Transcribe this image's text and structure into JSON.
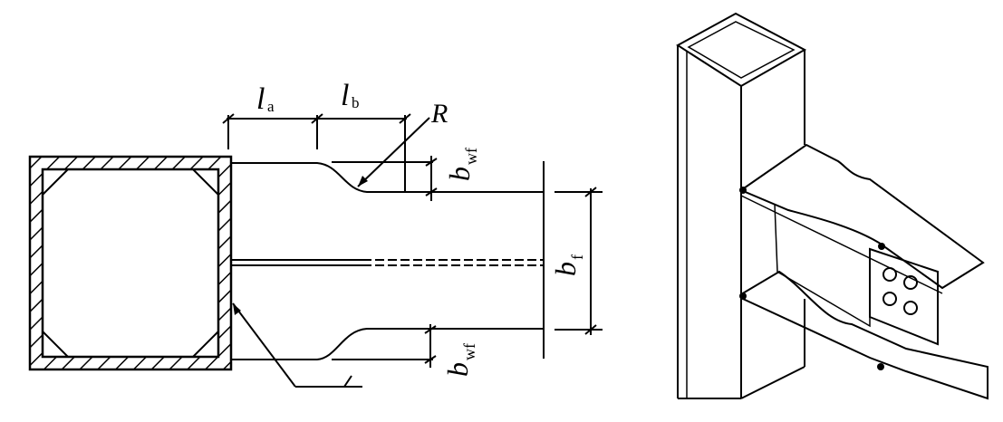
{
  "plan_view": {
    "labels": {
      "la": {
        "main": "l",
        "sub": "a"
      },
      "lb": {
        "main": "l",
        "sub": "b"
      },
      "radius": "R",
      "bwf_top": {
        "main": "b",
        "sub": "wf"
      },
      "bwf_bottom": {
        "main": "b",
        "sub": "wf"
      },
      "bf": {
        "main": "b",
        "sub": "f"
      }
    }
  },
  "colors": {
    "ink": "#000000",
    "background": "#ffffff"
  }
}
